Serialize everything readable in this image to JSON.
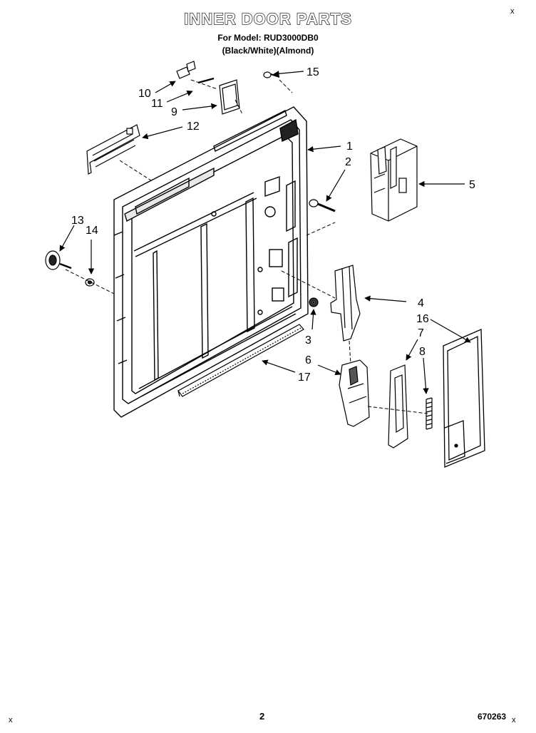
{
  "header": {
    "title": "INNER DOOR PARTS",
    "model_line": "For Model: RUD3000DB0",
    "colors_line": "(Black/White)(Almond)"
  },
  "footer": {
    "page_number": "2",
    "doc_number": "670263"
  },
  "corner_mark": "x",
  "callouts": [
    {
      "id": "c1",
      "label": "1"
    },
    {
      "id": "c2",
      "label": "2"
    },
    {
      "id": "c3",
      "label": "3"
    },
    {
      "id": "c4",
      "label": "4"
    },
    {
      "id": "c5",
      "label": "5"
    },
    {
      "id": "c6",
      "label": "6"
    },
    {
      "id": "c7",
      "label": "7"
    },
    {
      "id": "c8",
      "label": "8"
    },
    {
      "id": "c9",
      "label": "9"
    },
    {
      "id": "c10",
      "label": "10"
    },
    {
      "id": "c11",
      "label": "11"
    },
    {
      "id": "c12",
      "label": "12"
    },
    {
      "id": "c13",
      "label": "13"
    },
    {
      "id": "c14",
      "label": "14"
    },
    {
      "id": "c15",
      "label": "15"
    },
    {
      "id": "c16",
      "label": "16"
    },
    {
      "id": "c17",
      "label": "17"
    }
  ]
}
